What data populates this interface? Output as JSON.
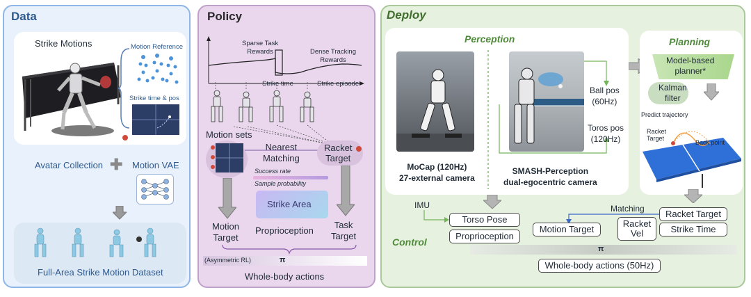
{
  "data_panel": {
    "title": "Data",
    "strike_motions": "Strike Motions",
    "motion_reference": "Motion Reference",
    "strike_time_pos": "Strike time & pos",
    "avatar_collection": "Avatar Collection",
    "motion_vae": "Motion VAE",
    "dataset": "Full-Area Strike Motion Dataset"
  },
  "policy_panel": {
    "title": "Policy",
    "sparse_rewards": "Sparse Task\nRewards",
    "dense_rewards": "Dense Tracking\nRewards",
    "strike_time": "Strike time",
    "strike_episode": "Strike episode",
    "motion_sets": "Motion sets",
    "nearest_matching": "Nearest\nMatching",
    "racket_target": "Racket\nTarget",
    "success_rate": "Success rate",
    "sample_probability": "Sample probability",
    "strike_area": "Strike Area",
    "motion_target": "Motion\nTarget",
    "proprioception": "Proprioception",
    "task_target": "Task\nTarget",
    "asymmetric_rl": "(Asymmetric RL)",
    "pi": "π",
    "whole_body_actions": "Whole-body actions"
  },
  "deploy_panel": {
    "title": "Deploy",
    "perception": "Perception",
    "planning": "Planning",
    "mocap": "MoCap (120Hz)\n27-external camera",
    "smash": "SMASH-Perception\ndual-egocentric camera",
    "ball_pos": "Ball pos\n(60Hz)",
    "toros_pos": "Toros pos\n(120Hz)",
    "planner": "Model-based\nplanner*",
    "kalman": "Kalman\nfilter",
    "predict_trajectory": "Predict trajectory",
    "racket_target_label": "Racket\nTarget",
    "back_point": "Back point",
    "control": "Control",
    "imu": "IMU",
    "matching": "Matching",
    "torso_pose": "Torso Pose",
    "proprioception": "Proprioception",
    "motion_target": "Motion Target",
    "racket_vel": "Racket\nVel",
    "racket_target": "Racket Target",
    "strike_time": "Strike Time",
    "pi": "π",
    "whole_body_actions": "Whole-body actions (50Hz)"
  },
  "colors": {
    "data_bg": "#e8f1fc",
    "policy_bg": "#ead7ee",
    "deploy_bg": "#e6f1df",
    "data_title": "#2f5a8e",
    "policy_title": "#2a2a2a",
    "deploy_title": "#3f6e2d",
    "pink_accent": "#d99ad8",
    "blue_accent": "#3b67c9"
  }
}
